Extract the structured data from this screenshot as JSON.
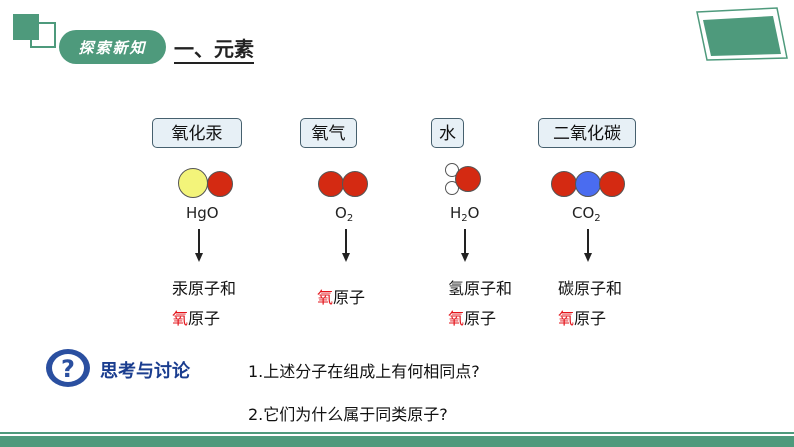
{
  "header": {
    "badge_label": "探索新知",
    "section_title": "一、元素"
  },
  "colors": {
    "accent": "#4e9a7c",
    "box_fill": "#e7f0f6",
    "highlight": "#e3141b",
    "oxygen_atom": "#d42a12",
    "mercury_atom": "#f3f47a",
    "carbon_atom": "#4a6cf0",
    "hydrogen_atom": "#ffffff",
    "think_text": "#1a3d8f"
  },
  "substances": [
    {
      "name": "氧化汞",
      "formula_main": "HgO",
      "formula_sub": "",
      "formula_tail": "",
      "desc_line1": "汞原子和",
      "desc_red": "氧",
      "desc_rest": "原子"
    },
    {
      "name": "氧气",
      "formula_main": "O",
      "formula_sub": "2",
      "formula_tail": "",
      "desc_line1": "",
      "desc_red": "氧",
      "desc_rest": "原子"
    },
    {
      "name": "水",
      "formula_main": "H",
      "formula_sub": "2",
      "formula_tail": "O",
      "desc_line1": "氢原子和",
      "desc_red": "氧",
      "desc_rest": "原子"
    },
    {
      "name": "二氧化碳",
      "formula_main": "CO",
      "formula_sub": "2",
      "formula_tail": "",
      "desc_line1": "碳原子和",
      "desc_red": "氧",
      "desc_rest": "原子"
    }
  ],
  "discussion": {
    "icon": "question-circle-icon",
    "title": "思考与讨论",
    "questions": [
      "1.上述分子在组成上有何相同点?",
      "2.它们为什么属于同类原子?"
    ]
  }
}
